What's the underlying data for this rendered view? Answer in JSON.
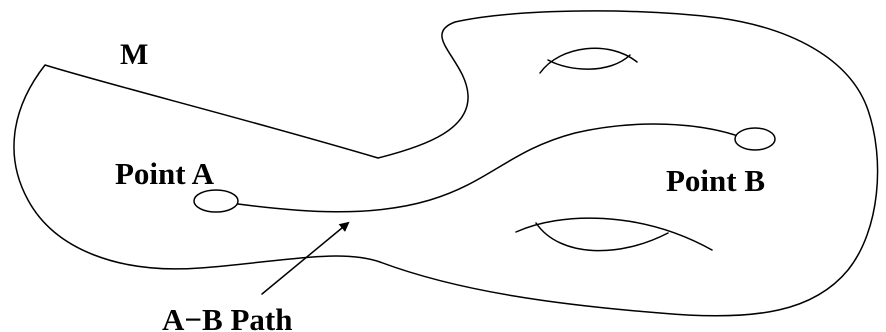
{
  "diagram": {
    "manifold_label": "M",
    "point_a_label": "Point A",
    "point_b_label": "Point B",
    "path_label": "A−B Path"
  }
}
